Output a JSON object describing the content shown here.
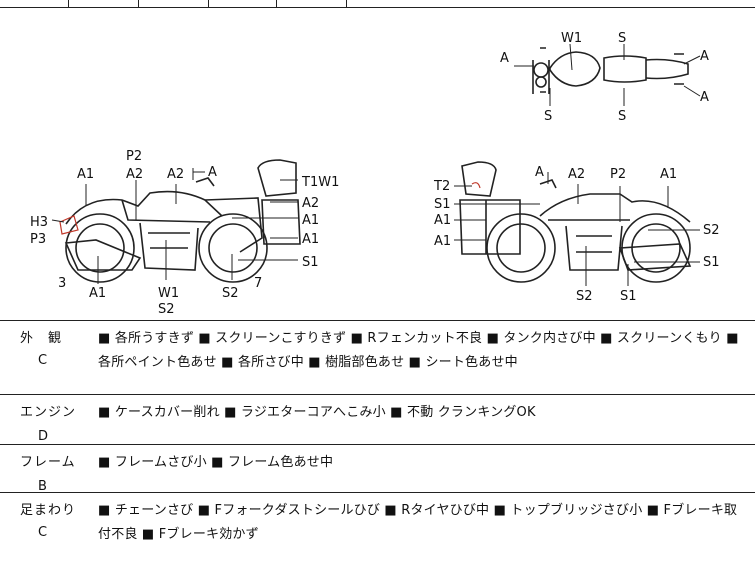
{
  "diagram": {
    "left_view": {
      "labels": [
        "A1",
        "P2",
        "A2",
        "A2",
        "A",
        "T1W1",
        "A2",
        "H3",
        "P3",
        "A1",
        "A1",
        "3",
        "A1",
        "W1",
        "S2",
        "S2",
        "7",
        "S1"
      ]
    },
    "right_view": {
      "labels": [
        "T2",
        "S1",
        "A1",
        "A1",
        "A",
        "A2",
        "P2",
        "A1",
        "S2",
        "S2",
        "S1",
        "S1"
      ]
    },
    "top_view": {
      "labels": [
        "W1",
        "S",
        "A",
        "A",
        "A",
        "S",
        "S"
      ]
    }
  },
  "rows": [
    {
      "name": "外　観",
      "grade": "C",
      "text": "■ 各所うすきず ■ スクリーンこすりきず ■ Rフェンカット不良 ■ タンク内さび中 ■ スクリーンくもり ■ 各所ペイント色あせ ■ 各所さび中 ■ 樹脂部色あせ ■ シート色あせ中"
    },
    {
      "name": "エンジン",
      "grade": "D",
      "text": "■ ケースカバー削れ ■ ラジエターコアへこみ小 ■ 不動 クランキングOK"
    },
    {
      "name": "フレーム",
      "grade": "B",
      "text": "■ フレームさび小 ■ フレーム色あせ中"
    },
    {
      "name": "足まわり",
      "grade": "C",
      "text": "■ チェーンさび ■ Fフォークダストシールひび ■ Rタイヤひび中 ■ トップブリッジさび小 ■ Fブレーキ取付不良 ■ Fブレーキ効かず"
    }
  ]
}
